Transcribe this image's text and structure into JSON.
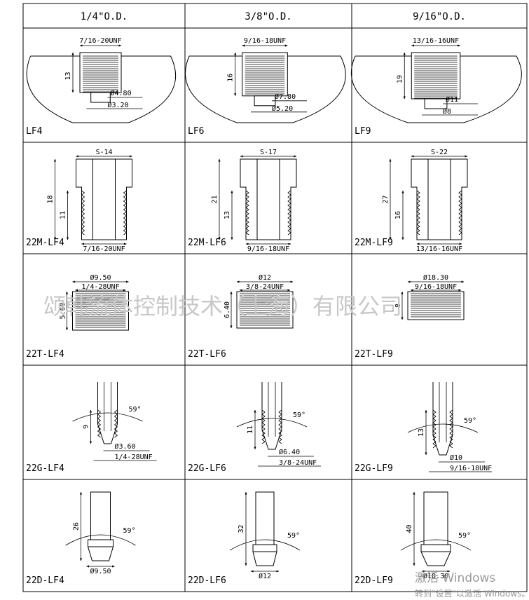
{
  "headers": [
    "1/4\"O.D.",
    "3/8\"O.D.",
    "9/16\"O.D."
  ],
  "cells": [
    [
      {
        "label": "LF4",
        "thread": "7/16-20UNF",
        "height": "13",
        "d1": "Ø4.80",
        "d2": "Ø3.20"
      },
      {
        "label": "LF6",
        "thread": "9/16-18UNF",
        "height": "16",
        "d1": "Ø7.80",
        "d2": "Ø5.20"
      },
      {
        "label": "LF9",
        "thread": "13/16-16UNF",
        "height": "19",
        "d1": "Ø11",
        "d2": "Ø8"
      }
    ],
    [
      {
        "label": "22M-LF4",
        "hex": "S-14",
        "total": "18",
        "thread_len": "11",
        "thread": "7/16-20UNF"
      },
      {
        "label": "22M-LF6",
        "hex": "S-17",
        "total": "21",
        "thread_len": "13",
        "thread": "9/16-18UNF"
      },
      {
        "label": "22M-LF9",
        "hex": "S-22",
        "total": "27",
        "thread_len": "16",
        "thread": "13/16-16UNF"
      }
    ],
    [
      {
        "label": "22T-LF4",
        "dia": "Ø9.50",
        "thread": "1/4-28UNF",
        "height": "5.60"
      },
      {
        "label": "22T-LF6",
        "dia": "Ø12",
        "thread": "3/8-24UNF",
        "height": "6.40"
      },
      {
        "label": "22T-LF9",
        "dia": "Ø18.30",
        "thread": "9/16-18UNF",
        "height": "8"
      }
    ],
    [
      {
        "label": "22G-LF4",
        "height": "9",
        "angle": "59°",
        "dia": "Ø3.60",
        "thread": "1/4-28UNF"
      },
      {
        "label": "22G-LF6",
        "height": "11",
        "angle": "59°",
        "dia": "Ø6.40",
        "thread": "3/8-24UNF"
      },
      {
        "label": "22G-LF9",
        "height": "13",
        "angle": "59°",
        "dia": "Ø10",
        "thread": "9/16-18UNF"
      }
    ],
    [
      {
        "label": "22D-LF4",
        "height": "26",
        "angle": "59°",
        "dia": "Ø9.50"
      },
      {
        "label": "22D-LF6",
        "height": "32",
        "angle": "59°",
        "dia": "Ø12"
      },
      {
        "label": "22D-LF9",
        "height": "40",
        "angle": "59°",
        "dia": "Ø18.30"
      }
    ]
  ],
  "watermark": "颂韩流体控制技术（上海）有限公司",
  "os_overlay": {
    "line1": "激活 Windows",
    "line2": "转到\"设置\"以激活 Windows。"
  }
}
